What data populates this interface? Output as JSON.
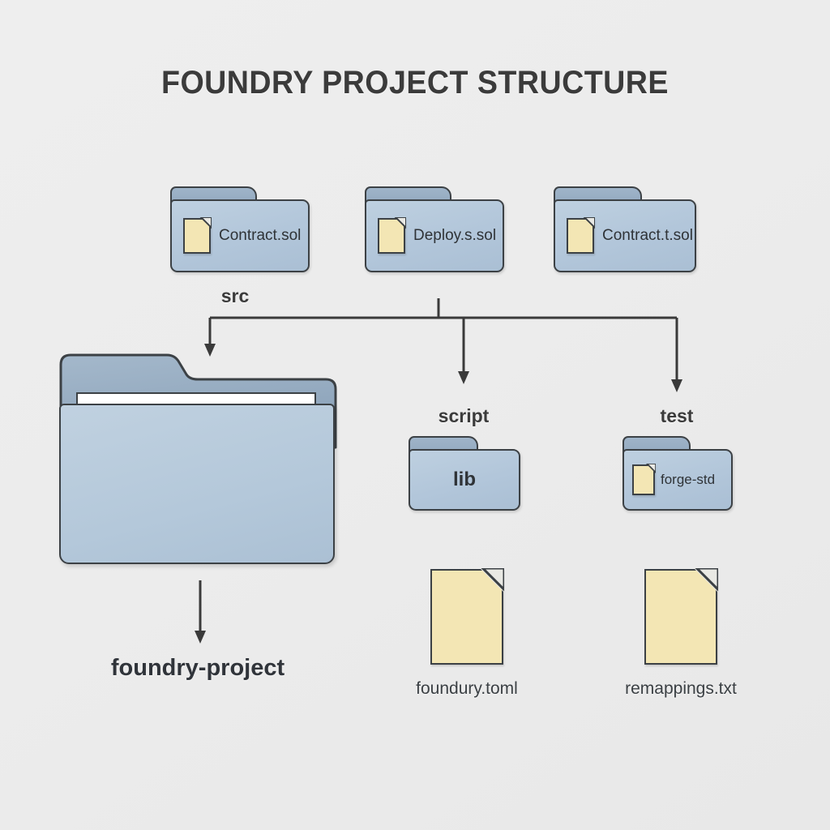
{
  "title": "FOUNDRY PROJECT STRUCTURE",
  "top_row": {
    "folders": [
      {
        "file_label": "Contract.sol",
        "icon": "file-icon"
      },
      {
        "file_label": "Deploy.s.sol",
        "icon": "file-icon"
      },
      {
        "file_label": "Contract.t.sol",
        "icon": "file-icon"
      }
    ]
  },
  "group_labels": {
    "src": "src",
    "script": "script",
    "test": "test"
  },
  "mid_row": {
    "script_folder": {
      "label": "lib"
    },
    "test_folder": {
      "label": "forge-std",
      "icon": "file-icon"
    }
  },
  "root": {
    "caption": "foundry-project"
  },
  "files": [
    {
      "caption": "foundury.toml",
      "icon": "file-icon"
    },
    {
      "caption": "remappings.txt",
      "icon": "file-icon"
    }
  ],
  "colors": {
    "background": "#ececec",
    "folder_tab": "#90a7bd",
    "folder_body": "#b4c8da",
    "folder_outline": "#3c4145",
    "file_fill": "#f3e6b4",
    "text": "#3b3b3b",
    "connector": "#3a3a3a"
  },
  "connectors": {
    "stem": "vertical-stem-from-src-row",
    "branches": [
      "arrow-to-root-folder",
      "arrow-to-script",
      "arrow-to-test"
    ],
    "root_arrow": "arrow-to-foundry-project-caption"
  }
}
